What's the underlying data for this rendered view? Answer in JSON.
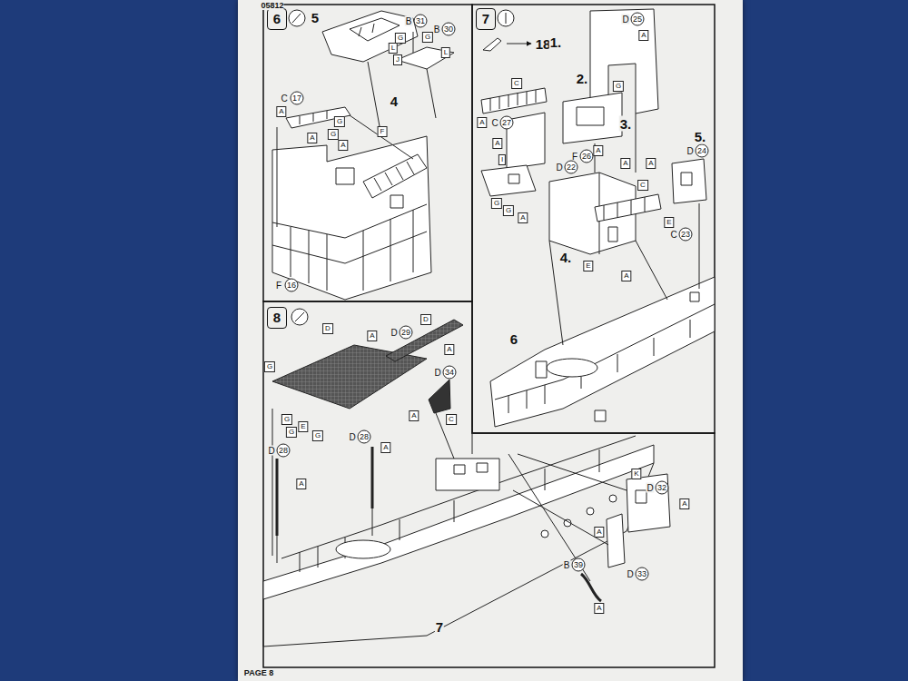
{
  "diagram": {
    "nodes": [
      {
        "text": [
          "6"
        ]
      },
      {
        "text": [
          "7"
        ]
      },
      {
        "text": [
          "8"
        ]
      }
    ],
    "labels": [
      "05812",
      "5",
      "B",
      "31",
      "B",
      "30",
      "G",
      "G",
      "L",
      "J",
      "L",
      "C",
      "17",
      "A",
      "G",
      "G",
      "A",
      "A",
      "F",
      "4",
      "F",
      "16",
      "18",
      "1.",
      "D",
      "25",
      "A",
      "2.",
      "C",
      "A",
      "C",
      "27",
      "3.",
      "G",
      "A",
      "A",
      "F",
      "26",
      "A",
      "A",
      "D",
      "24",
      "5.",
      "D",
      "22",
      "I",
      "G",
      "G",
      "A",
      "C",
      "E",
      "C",
      "23",
      "4.",
      "E",
      "A",
      "6",
      "D",
      "A",
      "D",
      "29",
      "D",
      "A",
      "D",
      "34",
      "G",
      "A",
      "C",
      "G",
      "E",
      "G",
      "G",
      "D",
      "28",
      "A",
      "D",
      "28",
      "A",
      "K",
      "D",
      "32",
      "A",
      "A",
      "D",
      "33",
      "B",
      "39",
      "A",
      "7",
      "PAGE 8"
    ]
  }
}
